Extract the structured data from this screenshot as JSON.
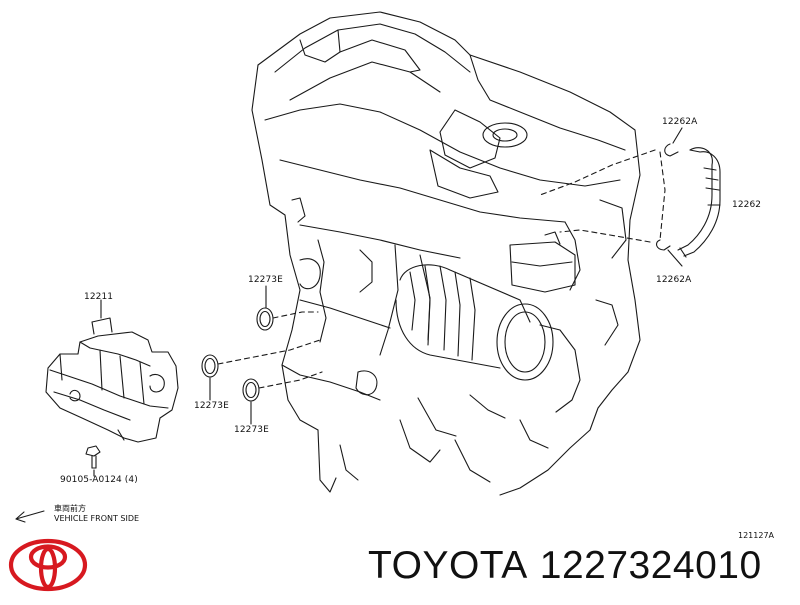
{
  "callouts": {
    "p12211": "12211",
    "p12262": "12262",
    "p12262a_top": "12262A",
    "p12262a_bottom": "12262A",
    "p12273e_top": "12273E",
    "p12273e_mid": "12273E",
    "p12273e_bottom": "12273E",
    "bolt": "90105-A0124 (4)"
  },
  "direction": {
    "jp_text": "車両前方",
    "en_text": "VEHICLE FRONT SIDE"
  },
  "illustration_id": "121127A",
  "brand": {
    "name": "TOYOTA",
    "part_number": "1227324010",
    "logo_color": "#d71920"
  }
}
